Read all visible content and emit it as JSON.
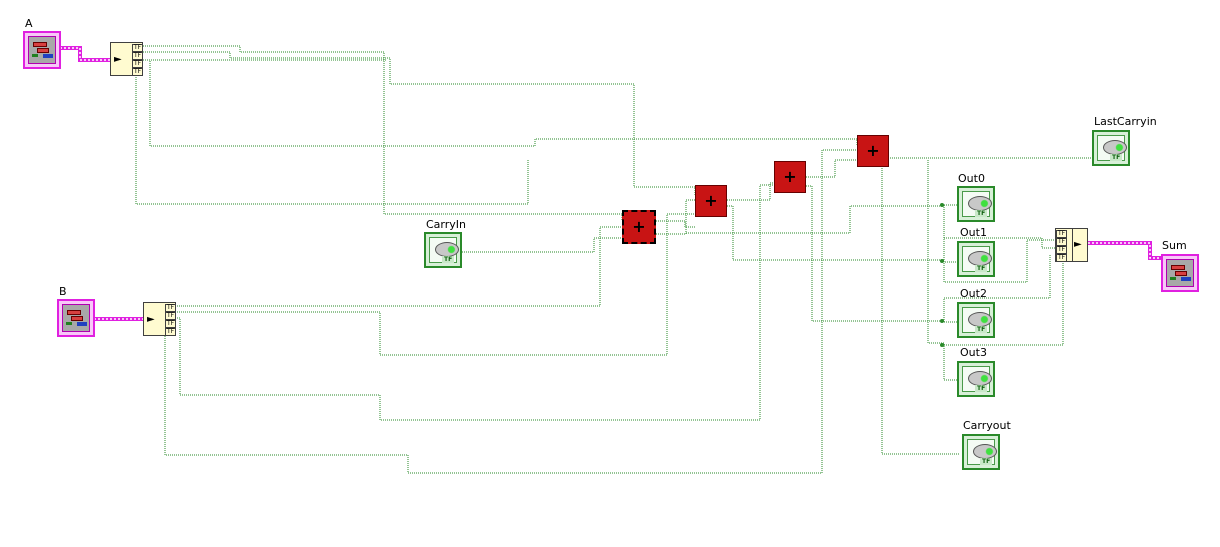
{
  "labels": {
    "a": "A",
    "b": "B",
    "carry_in": "CarryIn",
    "last_carry_in": "LastCarryin",
    "out0": "Out0",
    "out1": "Out1",
    "out2": "Out2",
    "out3": "Out3",
    "carry_out": "Carryout",
    "sum": "Sum"
  },
  "terminal_text": {
    "tf": "TF",
    "add_symbol": "+"
  },
  "colors": {
    "boolean_wire": "#2a8a2a",
    "cluster_wire": "#e020e0",
    "adder_fill": "#c81414",
    "array_node_fill": "#fffbd0"
  },
  "icons": {
    "cluster": "cluster-terminal-icon",
    "boolean": "boolean-led-icon",
    "adder": "add-node-icon",
    "index_array": "index-array-icon",
    "build_array": "build-array-icon"
  }
}
